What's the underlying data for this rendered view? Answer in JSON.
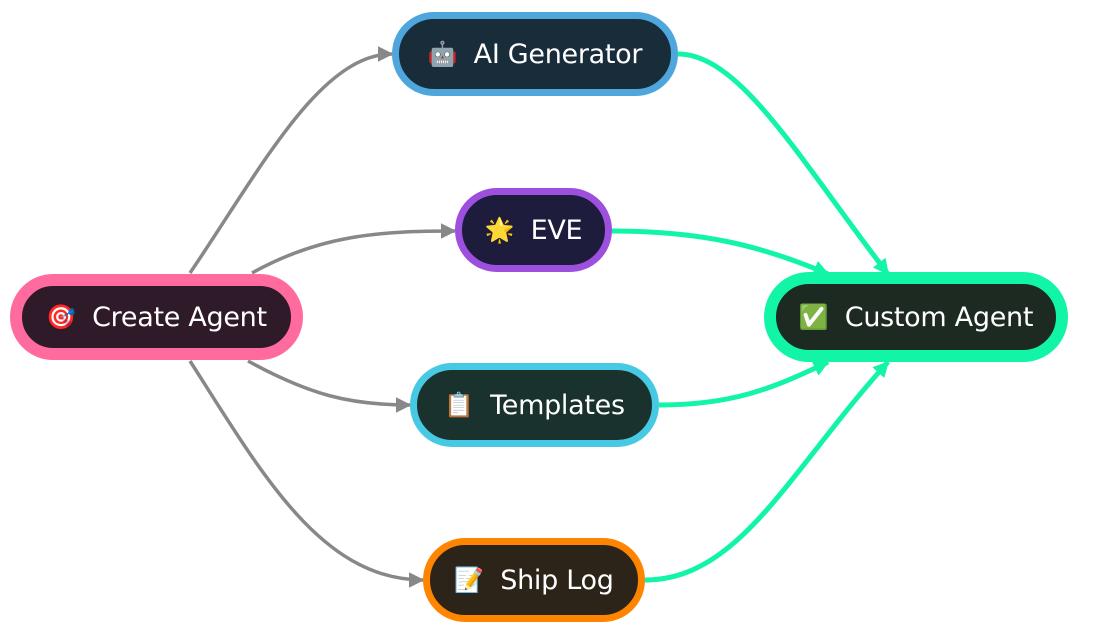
{
  "diagram": {
    "type": "flowchart",
    "direction": "left-to-right",
    "nodes": [
      {
        "id": "create",
        "label": "Create Agent",
        "icon": "🎯",
        "icon_name": "target-icon",
        "fill": "#2E1A28",
        "border": "#FF6B9E"
      },
      {
        "id": "aigen",
        "label": "AI Generator",
        "icon": "🤖",
        "icon_name": "robot-icon",
        "fill": "#182C3A",
        "border": "#4EA6DC"
      },
      {
        "id": "eve",
        "label": "EVE",
        "icon": "🌟",
        "icon_name": "glowing-star-icon",
        "fill": "#1E1C3C",
        "border": "#9D50DD"
      },
      {
        "id": "templates",
        "label": "Templates",
        "icon": "📋",
        "icon_name": "clipboard-icon",
        "fill": "#1A322E",
        "border": "#48C9E3"
      },
      {
        "id": "shiplog",
        "label": "Ship Log",
        "icon": "📝",
        "icon_name": "memo-icon",
        "fill": "#2C2419",
        "border": "#FF8400"
      },
      {
        "id": "custom",
        "label": "Custom Agent",
        "icon": "✅",
        "icon_name": "check-mark-icon",
        "fill": "#1D2A22",
        "border": "#12F5A6"
      }
    ],
    "edges": [
      {
        "from": "create",
        "to": "aigen",
        "color": "#888888"
      },
      {
        "from": "create",
        "to": "eve",
        "color": "#888888"
      },
      {
        "from": "create",
        "to": "templates",
        "color": "#888888"
      },
      {
        "from": "create",
        "to": "shiplog",
        "color": "#888888"
      },
      {
        "from": "aigen",
        "to": "custom",
        "color": "#12F5A6"
      },
      {
        "from": "eve",
        "to": "custom",
        "color": "#12F5A6"
      },
      {
        "from": "templates",
        "to": "custom",
        "color": "#12F5A6"
      },
      {
        "from": "shiplog",
        "to": "custom",
        "color": "#12F5A6"
      }
    ]
  }
}
